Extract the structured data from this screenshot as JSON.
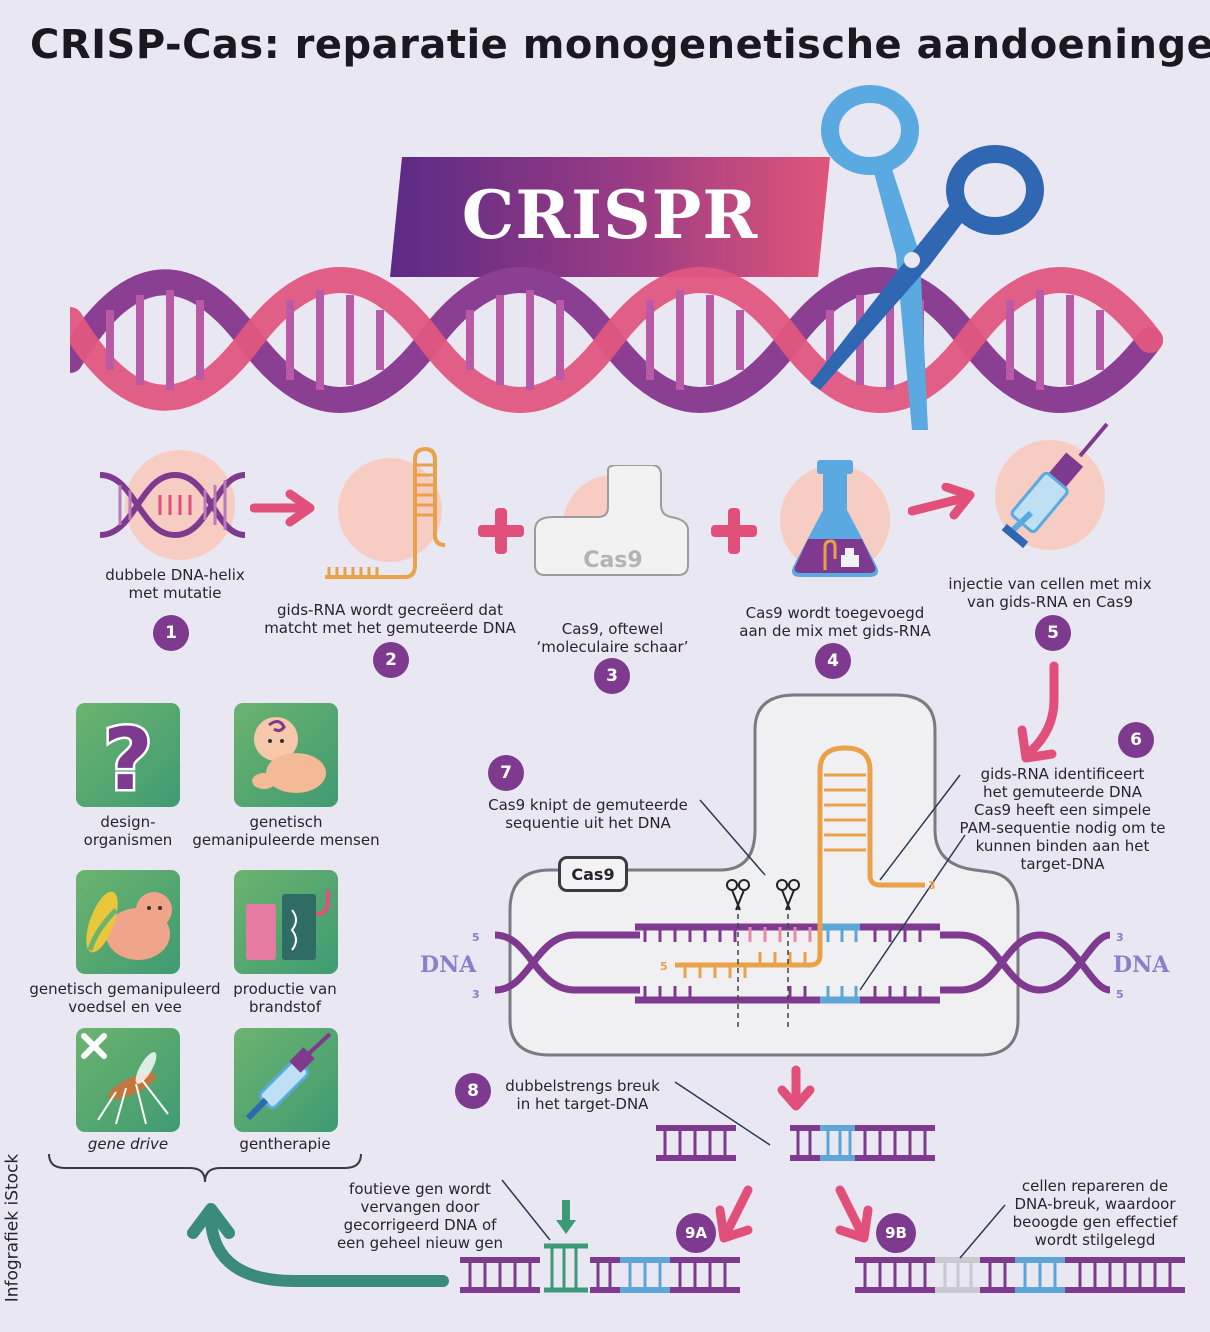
{
  "title": "CRISP-Cas: reparatie monogenetische aandoeningen",
  "banner": "CRISPR",
  "steps": [
    {
      "number": "1",
      "caption": "dubbele DNA-helix\nmet mutatie"
    },
    {
      "number": "2",
      "caption": "gids-RNA wordt gecreëerd dat\nmatcht met het gemuteerde DNA"
    },
    {
      "number": "3",
      "caption": "Cas9, oftewel\n‘moleculaire schaar’",
      "icon_label": "Cas9"
    },
    {
      "number": "4",
      "caption": "Cas9 wordt toegevoegd\naan de mix met gids-RNA"
    },
    {
      "number": "5",
      "caption": "injectie van cellen met mix\nvan gids-RNA en Cas9"
    },
    {
      "number": "6",
      "caption": "gids-RNA identificeert\nhet gemuteerde DNA\nCas9 heeft een simpele\nPAM-sequentie nodig om te\nkunnen binden aan het\ntarget-DNA"
    },
    {
      "number": "7",
      "caption": "Cas9 knipt de gemuteerde\nsequentie uit het DNA"
    },
    {
      "number": "8",
      "caption": "dubbelstrengs breuk\nin het target-DNA"
    },
    {
      "number": "9A",
      "caption": "foutieve gen wordt\nvervangen door\ngecorrigeerd DNA of\neen geheel nieuw gen"
    },
    {
      "number": "9B",
      "caption": "cellen repareren de\nDNA-breuk, waardoor\nbeoogde gen effectief\nwordt stilgelegd"
    }
  ],
  "diagram": {
    "cas9_label": "Cas9",
    "dna_left": "DNA",
    "dna_right": "DNA",
    "left_top_end": "5",
    "left_bottom_end": "3",
    "right_top_end": "3",
    "right_bottom_end": "5",
    "rna_5": "5",
    "rna_3": "3"
  },
  "applications": [
    {
      "label": "design-\norganismen",
      "italic": false,
      "icon": "question-mark-icon"
    },
    {
      "label": "genetisch\ngemanipuleerde mensen",
      "italic": false,
      "icon": "baby-icon"
    },
    {
      "label": "genetisch gemanipuleerd\nvoedsel en vee",
      "italic": false,
      "icon": "corn-pig-icon"
    },
    {
      "label": "productie van\nbrandstof",
      "italic": false,
      "icon": "fuel-icon"
    },
    {
      "label": "gene drive",
      "italic": true,
      "icon": "mosquito-icon"
    },
    {
      "label": "gentherapie",
      "italic": false,
      "icon": "syringe-icon"
    }
  ],
  "credit": "Infografiek iStock",
  "colors": {
    "purple": "#7d3a8e",
    "pink": "#e0507a",
    "light_pink": "#e78aa9",
    "orange": "#eaa24a",
    "blue": "#5fa6d8",
    "green": "#3d9a78",
    "lavender_text": "#8a7fcb",
    "background": "#e9e7f1"
  }
}
